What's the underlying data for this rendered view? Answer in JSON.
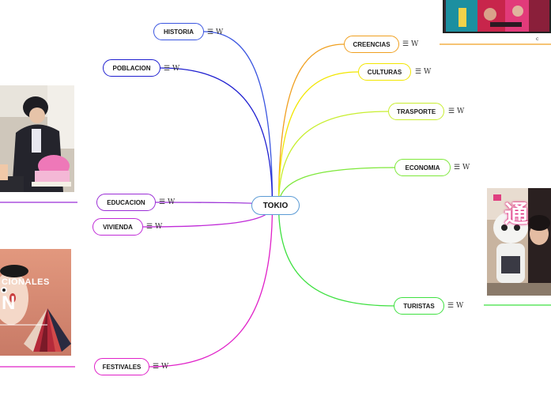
{
  "map": {
    "root": {
      "label": "TOKIO"
    },
    "icon_notes": "☰",
    "icon_wiki": "W",
    "branches": [
      {
        "id": "historia",
        "label": "HISTORIA",
        "color": "#3a55e0"
      },
      {
        "id": "poblacion",
        "label": "POBLACION",
        "color": "#1f1fd0"
      },
      {
        "id": "educacion",
        "label": "EDUCACION",
        "color": "#9b2fd6"
      },
      {
        "id": "vivienda",
        "label": "VIVIENDA",
        "color": "#c02bd8"
      },
      {
        "id": "festivales",
        "label": "FESTIVALES",
        "color": "#e020c8"
      },
      {
        "id": "creencias",
        "label": "CREENCIAS",
        "color": "#f0a020"
      },
      {
        "id": "culturas",
        "label": "CULTURAS",
        "color": "#f2e600"
      },
      {
        "id": "trasporte",
        "label": "TRASPORTE",
        "color": "#c8ee30"
      },
      {
        "id": "economia",
        "label": "ECONOMIA",
        "color": "#7ee83a"
      },
      {
        "id": "turistas",
        "label": "TURISTAS",
        "color": "#3ee040"
      }
    ]
  },
  "photos": {
    "festival_text_1": "CIONALES",
    "festival_text_2": "N",
    "robot_sign": "通",
    "kimono_caption": "c"
  }
}
